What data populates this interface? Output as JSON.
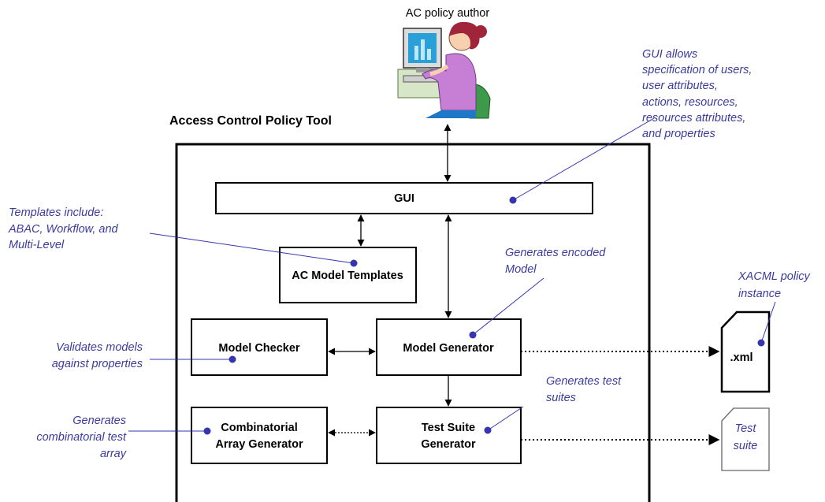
{
  "author_label": "AC policy author",
  "tool_title": "Access Control Policy Tool",
  "boxes": {
    "gui": "GUI",
    "templates": "AC Model Templates",
    "checker": "Model Checker",
    "generator": "Model Generator",
    "combinatorial": [
      "Combinatorial",
      "Array Generator"
    ],
    "test_suite": [
      "Test Suite",
      "Generator"
    ]
  },
  "outputs": {
    "xml": ".xml",
    "test_suite": [
      "Test",
      "suite"
    ]
  },
  "annotations": {
    "gui": [
      "GUI allows",
      "specification of users,",
      "user attributes,",
      "actions, resources,",
      "resources attributes,",
      "and properties"
    ],
    "templates": [
      "Templates include:",
      "ABAC, Workflow, and",
      "Multi-Level"
    ],
    "encoded": [
      "Generates encoded",
      "Model"
    ],
    "xacml": [
      "XACML policy",
      "instance"
    ],
    "validates": [
      "Validates models",
      "against properties"
    ],
    "test_suites": [
      "Generates test",
      "suites"
    ],
    "combinatorial": [
      "Generates",
      "combinatorial test",
      "array"
    ]
  },
  "colors": {
    "annotation": "#3b3b9e",
    "dot": "#3535b0",
    "monitor_screen": "#2aa0d8",
    "person_shirt": "#c77fd6",
    "chair": "#3d9a4a",
    "hair": "#a0243a"
  }
}
